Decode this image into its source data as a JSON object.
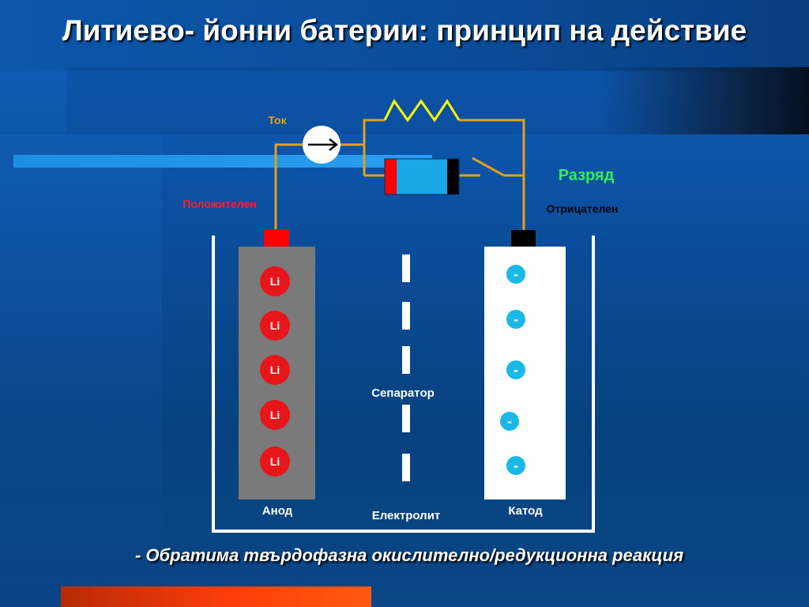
{
  "title": "Литиево- йонни батерии: принцип на действие",
  "labels": {
    "current": "Ток",
    "positive": "Положителен",
    "negative": "Отрицателен",
    "mode": "Разряд",
    "anode": "Анод",
    "cathode": "Катод",
    "separator": "Сепаратор",
    "electrolyte": "Електролит"
  },
  "anode_ions": [
    "Li",
    "Li",
    "Li",
    "Li",
    "Li"
  ],
  "cathode_electrons": [
    "-",
    "-",
    "-",
    "-",
    "-"
  ],
  "subtitle": "- Обратима твърдофазна окислително/редукционна реакция",
  "colors": {
    "wire": "#e0a020",
    "resistor": "#ffff00",
    "positive_terminal": "#ff0000",
    "negative_terminal": "#000000",
    "ion": "#e8151b",
    "electron": "#19b8e6",
    "mode_label": "#33ee55",
    "positive_label": "#ff2222",
    "battery_body": "#1aa8e8"
  },
  "icons": {
    "meter": "ammeter-arrow-icon"
  }
}
